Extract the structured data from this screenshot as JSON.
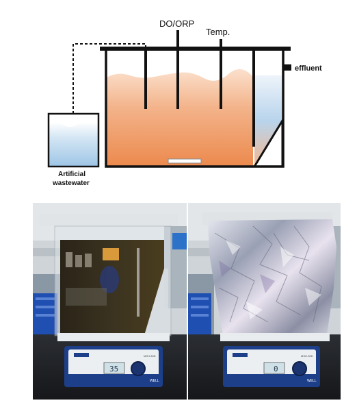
{
  "diagram": {
    "labels": {
      "do_orp": "DO/ORP",
      "temp": "Temp.",
      "effluent": "effluent",
      "tank_line1": "Artificial",
      "tank_line2": "wastewater"
    }
  },
  "photos": {
    "left": {
      "stirrer_display": "35",
      "stirrer_brand": "WELL",
      "stirrer_model": "MSH-30D"
    },
    "right": {
      "stirrer_display": "0",
      "stirrer_brand": "WELL",
      "stirrer_model": "MSH-30D"
    }
  },
  "colors": {
    "liquid_orange": "#f0a06a",
    "liquid_orange_light": "#f8d4b8",
    "water_blue": "#b8d8ee",
    "stirrer_blue": "#1d3f8a",
    "foil_silver": "#c8ccd6"
  }
}
